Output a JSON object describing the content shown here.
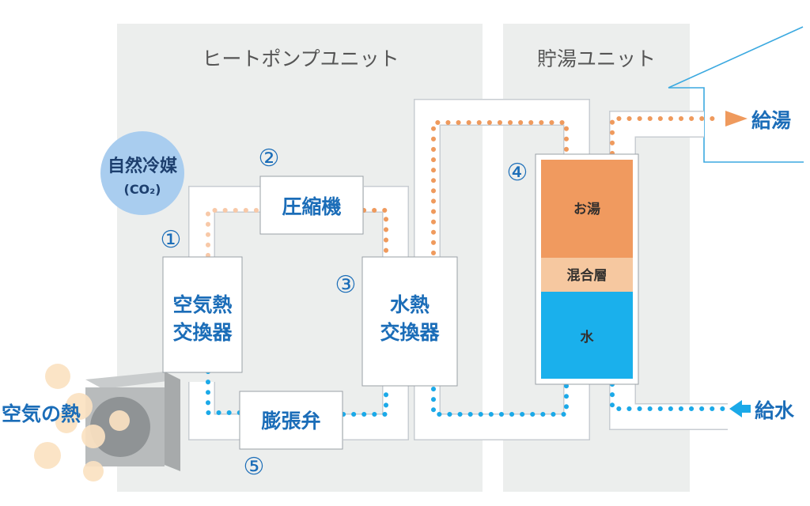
{
  "panels": {
    "heatpump_title": "ヒートポンプユニット",
    "storage_title": "貯湯ユニット"
  },
  "refrigerant": {
    "line1": "自然冷媒",
    "line2": "(CO₂)"
  },
  "components": {
    "air_exchanger": [
      "空気熱",
      "交換器"
    ],
    "compressor": "圧縮機",
    "water_exchanger": [
      "水熱",
      "交換器"
    ],
    "expansion_valve": "膨張弁"
  },
  "tank": {
    "hot": "お湯",
    "mixed": "混合層",
    "water": "水"
  },
  "steps": {
    "s1": "①",
    "s2": "②",
    "s3": "③",
    "s4": "④",
    "s5": "⑤"
  },
  "io": {
    "hot_supply": "給湯",
    "water_supply": "給水",
    "air_heat": "空気の熱"
  },
  "colors": {
    "panel": "#eceeed",
    "brand_blue": "#1b6db8",
    "hot_orange": "#f09a5f",
    "mixed_peach": "#f6c8a0",
    "cold_blue": "#1ab0ec",
    "dot_blue": "#1ba9e8",
    "dot_orange": "#ef9a5d",
    "refrigerant_circle": "#a9cdef",
    "air_bubble": "#fbe2c2",
    "house_line": "#3ba9e0"
  }
}
